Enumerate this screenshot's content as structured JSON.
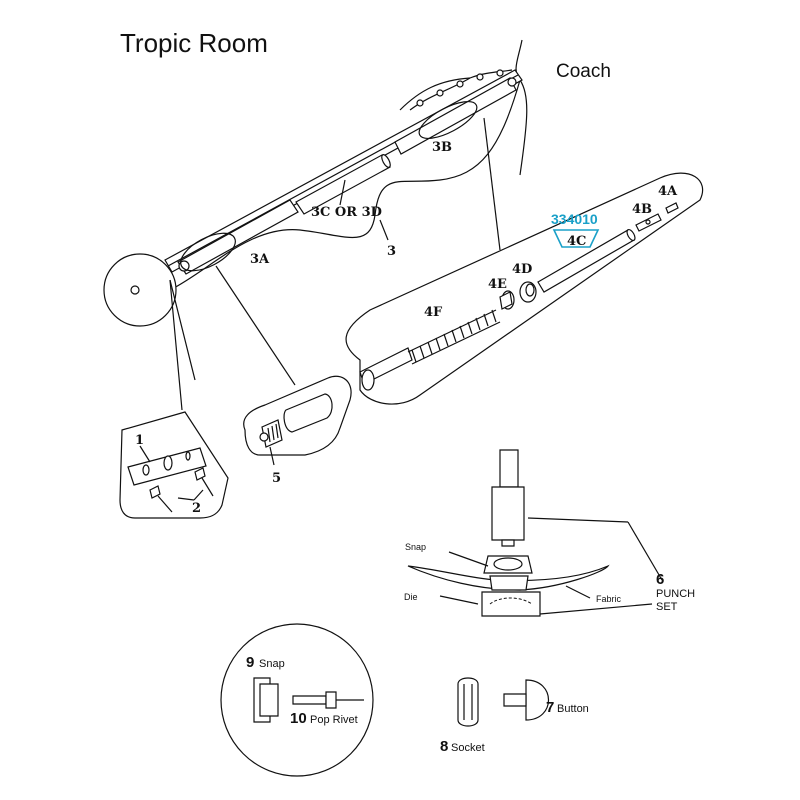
{
  "title": "Tropic Room",
  "coach_label": "Coach",
  "callouts": {
    "c3": "3",
    "c3a": "3A",
    "c3b": "3B",
    "c3cd": "3C OR 3D",
    "c4a": "4A",
    "c4b": "4B",
    "c4c": "4C",
    "c4d": "4D",
    "c4e": "4E",
    "c4f": "4F",
    "c1": "1",
    "c2": "2",
    "c5": "5"
  },
  "part_number": {
    "value": "334010",
    "color": "#1aa0c8"
  },
  "punch": {
    "num": "6",
    "line1": "PUNCH",
    "line2": "SET",
    "snap_label": "Snap",
    "die_label": "Die",
    "fabric_label": "Fabric"
  },
  "legend": {
    "snap_num": "9",
    "snap_text": "Snap",
    "rivet_num": "10",
    "rivet_text": "Pop Rivet",
    "socket_num": "8",
    "socket_text": "Socket",
    "button_num": "7",
    "button_text": "Button"
  }
}
